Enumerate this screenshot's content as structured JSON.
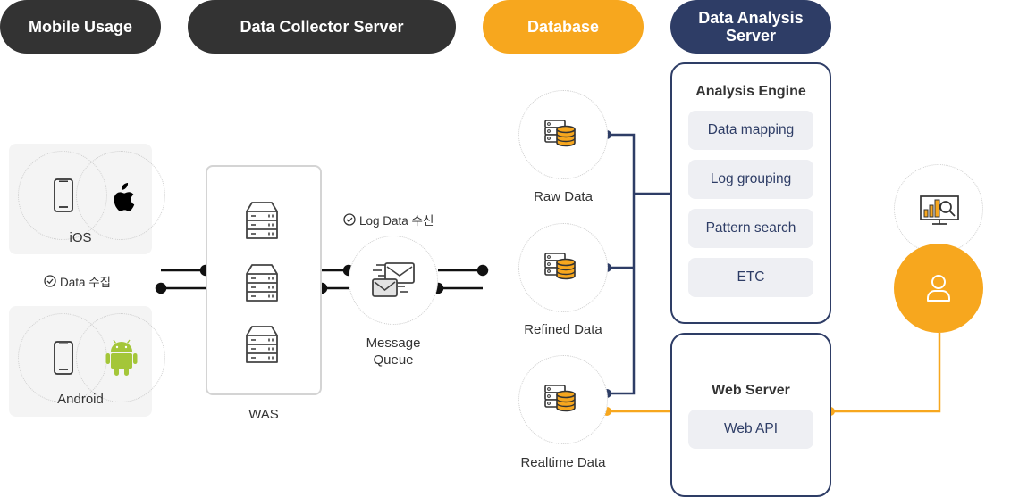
{
  "header": {
    "mobile_usage": "Mobile Usage",
    "data_collector": "Data Collector Server",
    "database": "Database",
    "analysis_server_line1": "Data Analysis",
    "analysis_server_line2": "Server"
  },
  "colors": {
    "dark": "#333333",
    "orange": "#F7A71E",
    "navy": "#2E3D66",
    "chip_bg": "#EEEFF3",
    "panel_bg": "#F4F4F4"
  },
  "mobile": {
    "ios_label": "iOS",
    "android_label": "Android",
    "collect_label": "Data 수집",
    "icons": [
      "smartphone-icon",
      "apple-icon",
      "smartphone-icon",
      "android-icon"
    ]
  },
  "collector": {
    "was_label": "WAS",
    "server_icons": [
      "server-icon",
      "server-icon",
      "server-icon"
    ],
    "log_receive_label": "Log Data 수신",
    "queue_line1": "Message",
    "queue_line2": "Queue",
    "queue_icon": "envelopes-icon"
  },
  "database": {
    "items": [
      {
        "label": "Raw Data",
        "icon": "database-icon"
      },
      {
        "label": "Refined Data",
        "icon": "database-icon"
      },
      {
        "label": "Realtime Data",
        "icon": "database-icon"
      }
    ]
  },
  "analysis": {
    "engine_title": "Analysis Engine",
    "engine_items": [
      "Data mapping",
      "Log grouping",
      "Pattern search",
      "ETC"
    ],
    "web_title": "Web Server",
    "web_items": [
      "Web API"
    ]
  },
  "client": {
    "dashboard_icon": "analytics-monitor-icon",
    "user_icon": "user-icon"
  }
}
